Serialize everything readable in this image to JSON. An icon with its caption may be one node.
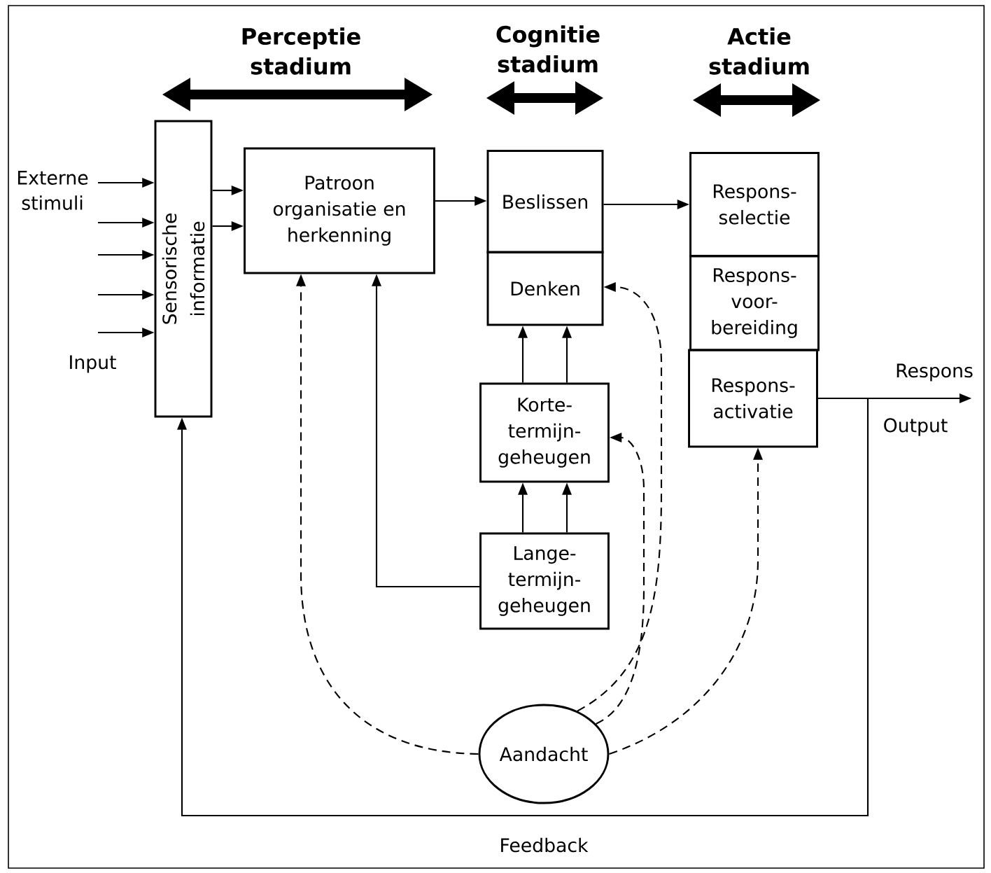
{
  "diagram": {
    "nodes": [
      {
        "text": [
          "Sensorische informatie"
        ]
      },
      {
        "text": [
          "Patroon organisatie en herkenning"
        ]
      },
      {
        "text": [
          "Beslissen"
        ]
      },
      {
        "text": [
          "Denken"
        ]
      },
      {
        "text": [
          "Korte- termijn- geheugen"
        ]
      },
      {
        "text": [
          "Lange- termijn- geheugen"
        ]
      },
      {
        "text": [
          "Respons- selectie"
        ]
      },
      {
        "text": [
          "Respons- voor- bereiding"
        ]
      },
      {
        "text": [
          "Respons- activatie"
        ]
      },
      {
        "text": [
          "Aandacht"
        ]
      },
      {
        "text": [
          "Output"
        ]
      }
    ],
    "edges": [
      {
        "from": null,
        "to": 0,
        "arrow": "to"
      },
      {
        "from": null,
        "to": 0,
        "arrow": "to"
      },
      {
        "from": null,
        "to": 0,
        "arrow": "to"
      },
      {
        "from": null,
        "to": 0,
        "arrow": "to"
      },
      {
        "from": null,
        "to": 0,
        "arrow": "to"
      },
      {
        "from": 0,
        "to": 1,
        "arrow": "to"
      },
      {
        "from": 0,
        "to": 1,
        "arrow": "to"
      },
      {
        "from": 1,
        "to": 2,
        "arrow": "to"
      },
      {
        "from": 2,
        "to": 6,
        "arrow": "to"
      },
      {
        "from": 4,
        "to": 3,
        "arrow": "to"
      },
      {
        "from": 4,
        "to": 3,
        "arrow": "to"
      },
      {
        "from": 5,
        "to": 4,
        "arrow": "to"
      },
      {
        "from": 5,
        "to": 4,
        "arrow": "to"
      },
      {
        "from": 5,
        "to": 1,
        "arrow": "to"
      },
      {
        "from": 9,
        "to": 1,
        "arrow": "to",
        "style": "dashed"
      },
      {
        "from": 9,
        "to": 3,
        "arrow": "to",
        "style": "dashed"
      },
      {
        "from": 9,
        "to": 4,
        "arrow": "to",
        "style": "dashed"
      },
      {
        "from": 9,
        "to": 8,
        "arrow": "to",
        "style": "dashed"
      },
      {
        "from": 8,
        "to": 10,
        "arrow": "to",
        "label": "Respons"
      },
      {
        "from": 8,
        "to": 0,
        "arrow": "to",
        "label": "Feedback"
      }
    ],
    "labels": [
      "Perceptie stadium",
      "Cognitie stadium",
      "Actie stadium",
      "Externe stimuli",
      "Input"
    ]
  }
}
